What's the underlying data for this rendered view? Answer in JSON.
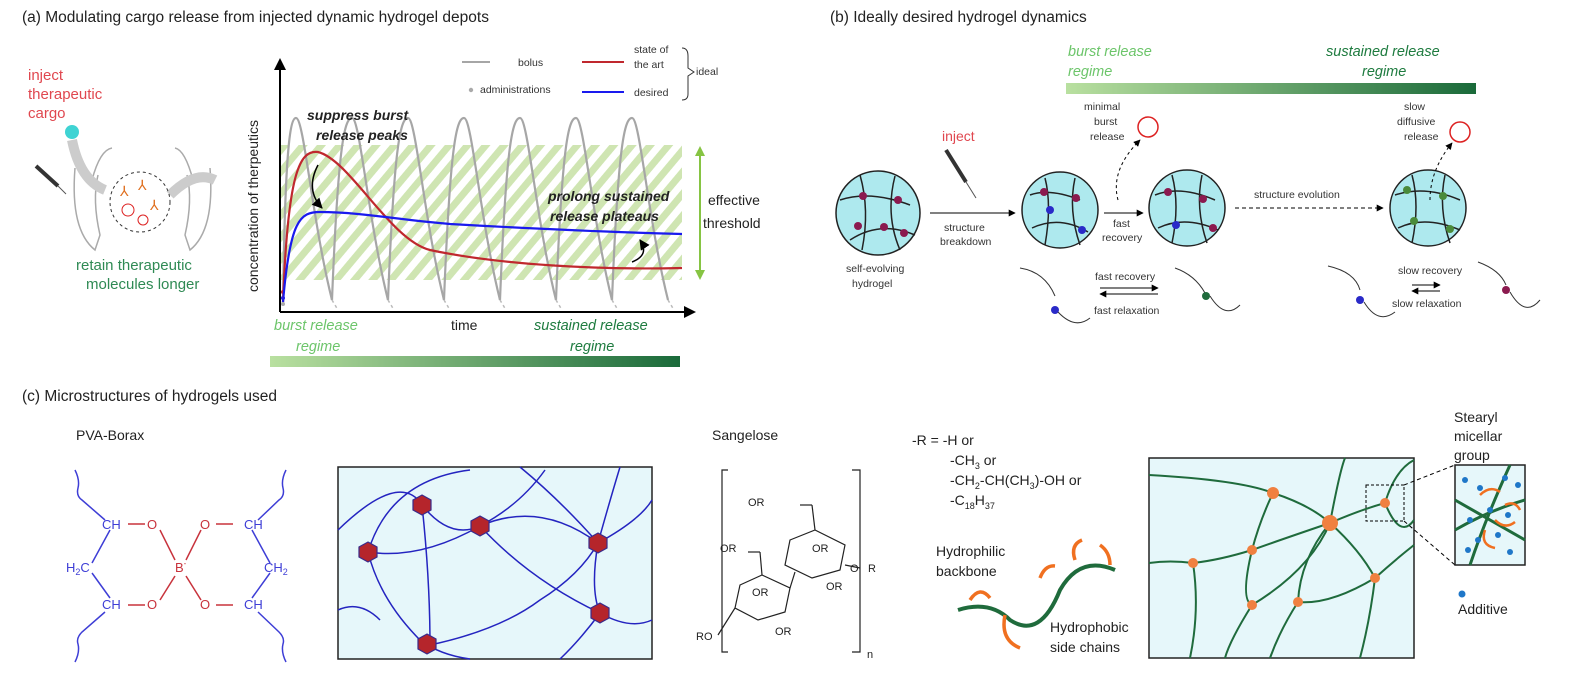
{
  "panel_a": {
    "title": "(a) Modulating cargo release from injected dynamic hydrogel depots",
    "inject_lines": [
      "inject",
      "therapeutic",
      "cargo"
    ],
    "retain_lines": [
      "retain therapeutic",
      "molecules longer"
    ],
    "ylabel": "concentration of therpeutics",
    "xlabel": "time",
    "legend": {
      "bolus": "bolus",
      "administrations": "administrations",
      "state_lines": [
        "state of",
        "the art"
      ],
      "desired": "desired",
      "ideal": "ideal"
    },
    "annotation_suppress": [
      "suppress burst",
      "release peaks"
    ],
    "annotation_prolong": [
      "prolong sustained",
      "release plateaus"
    ],
    "threshold_lines": [
      "effective",
      "threshold"
    ],
    "burst_lines": [
      "burst release",
      "regime"
    ],
    "sustained_lines": [
      "sustained release",
      "regime"
    ],
    "colors": {
      "bolus": "#a6a6a6",
      "state_of_art": "#c0282e",
      "desired": "#1a1aee",
      "hatch": "#c9e2a8",
      "threshold": "#86c443"
    }
  },
  "panel_b": {
    "title": "(b) Ideally desired hydrogel dynamics",
    "burst_lines": [
      "burst release",
      "regime"
    ],
    "sustained_lines": [
      "sustained release",
      "regime"
    ],
    "inject": "inject",
    "self_evolving": [
      "self-evolving",
      "hydrogel"
    ],
    "structure_breakdown": [
      "structure",
      "breakdown"
    ],
    "minimal_burst": [
      "minimal",
      "burst",
      "release"
    ],
    "fast_recovery_short": [
      "fast",
      "recovery"
    ],
    "structure_evolution": "structure evolution",
    "slow_diffusive": [
      "slow",
      "diffusive",
      "release"
    ],
    "fast_recovery": "fast recovery",
    "fast_relaxation": "fast relaxation",
    "slow_recovery": "slow recovery",
    "slow_relaxation": "slow relaxation"
  },
  "panel_c": {
    "title": "(c) Microstructures of hydrogels used",
    "pva_borax": "PVA-Borax",
    "sangelose": "Sangelose",
    "r_lines": [
      "-R = -H or",
      "-CH",
      "-CH",
      "-C"
    ],
    "hydrophilic": [
      "Hydrophilic",
      "backbone"
    ],
    "hydrophobic": [
      "Hydrophobic",
      "side chains"
    ],
    "stearyl": [
      "Stearyl",
      "micellar",
      "group"
    ],
    "additive": "Additive"
  }
}
